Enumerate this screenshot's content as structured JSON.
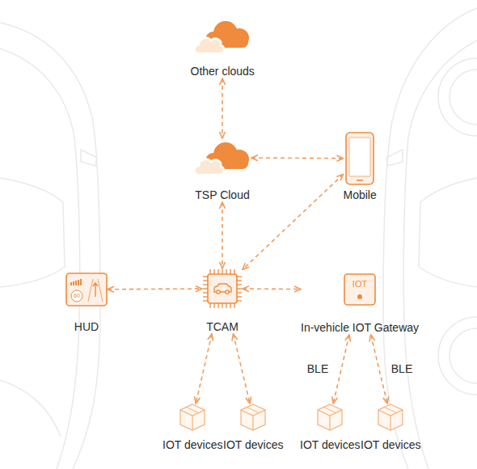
{
  "diagram": {
    "nodes": [
      {
        "text": [
          "Other clouds"
        ]
      },
      {
        "text": [
          "TSP Cloud"
        ]
      },
      {
        "text": [
          "Mobile"
        ]
      },
      {
        "text": [
          "60",
          "HUD"
        ]
      },
      {
        "text": [
          "TCAM"
        ]
      },
      {
        "text": [
          "IOT",
          "In-vehicle IOT Gateway"
        ]
      },
      {
        "text": [
          "IOT devices"
        ]
      },
      {
        "text": [
          "IOT devices"
        ]
      },
      {
        "text": [
          "IOT devices"
        ]
      },
      {
        "text": [
          "IOT devices"
        ]
      }
    ],
    "edges": [
      {
        "from": 0,
        "to": 1,
        "arrow": "both"
      },
      {
        "from": 1,
        "to": 2,
        "arrow": "both"
      },
      {
        "from": 1,
        "to": 4,
        "arrow": "both"
      },
      {
        "from": 2,
        "to": 4,
        "arrow": "both"
      },
      {
        "from": 3,
        "to": 4,
        "arrow": "both"
      },
      {
        "from": 4,
        "to": 5,
        "arrow": "both"
      },
      {
        "from": 4,
        "to": 6,
        "arrow": "both"
      },
      {
        "from": 4,
        "to": 7,
        "arrow": "both"
      },
      {
        "from": 5,
        "to": 8,
        "label": "BLE",
        "arrow": "both"
      },
      {
        "from": 5,
        "to": 9,
        "label": "BLE",
        "arrow": "both"
      }
    ]
  }
}
